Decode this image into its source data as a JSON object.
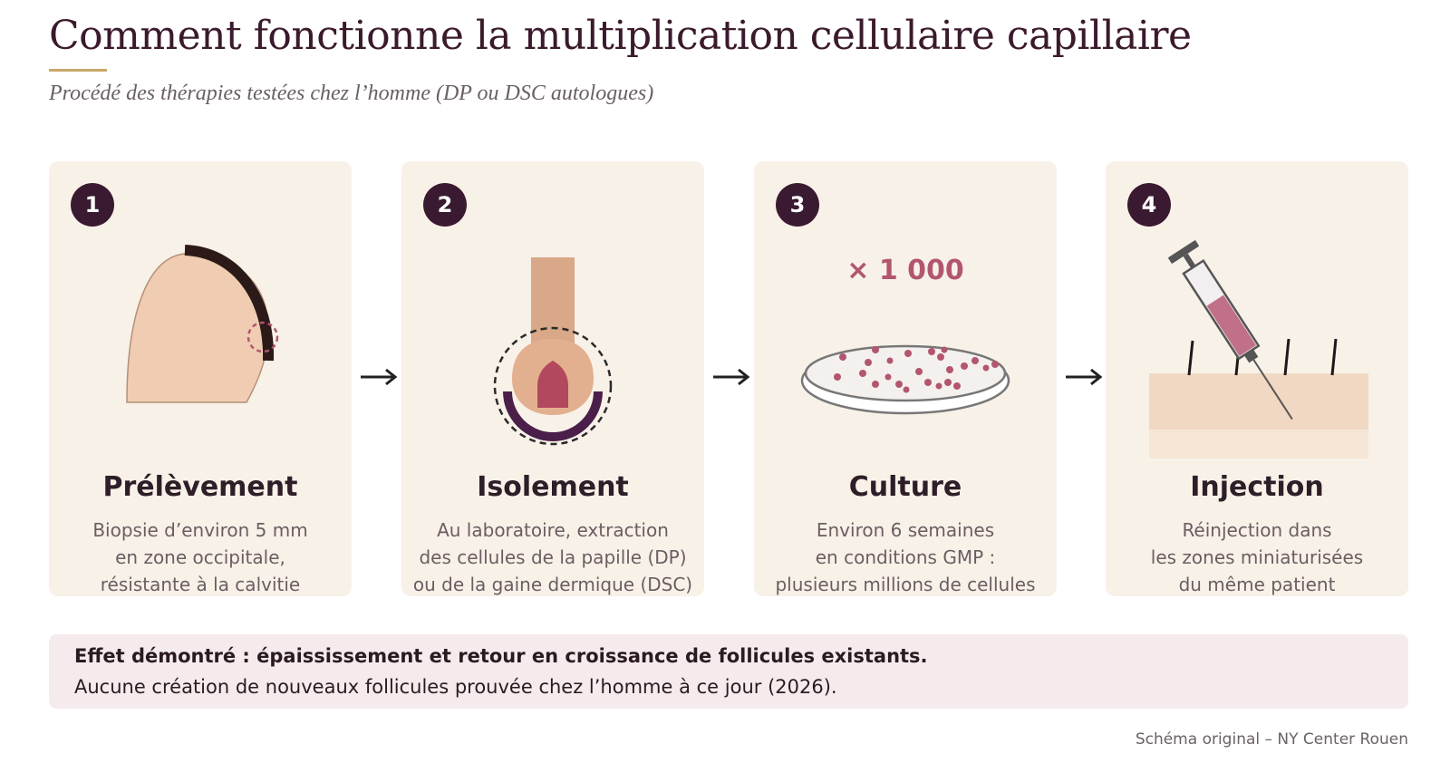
{
  "header": {
    "title": "Comment fonctionne la multiplication cellulaire capillaire",
    "subtitle": "Procédé des thérapies testées chez l’homme (DP ou DSC autologues)"
  },
  "steps": [
    {
      "number": "1",
      "title": "Prélèvement",
      "description": [
        "Biopsie d’environ 5 mm",
        "en zone occipitale,",
        "résistante à la calvitie"
      ]
    },
    {
      "number": "2",
      "title": "Isolement",
      "description": [
        "Au laboratoire, extraction",
        "des cellules de la papille (DP)",
        "ou de la gaine dermique (DSC)"
      ]
    },
    {
      "number": "3",
      "title": "Culture",
      "multiplier": "× 1 000",
      "description": [
        "Environ 6 semaines",
        "en conditions GMP :",
        "plusieurs millions de cellules"
      ]
    },
    {
      "number": "4",
      "title": "Injection",
      "description": [
        "Réinjection dans",
        "les zones miniaturisées",
        "du même patient"
      ]
    }
  ],
  "note": {
    "bold": "Effet démontré : épaississement et retour en croissance de follicules existants.",
    "text": "Aucune création de nouveaux follicules prouvée chez l’homme à ce jour (2026)."
  },
  "credit": "Schéma original – NY Center Rouen",
  "colors": {
    "card_bg": "#f8f1e8",
    "badge": "#3a1a30",
    "title": "#3b1a2c",
    "accent_gold": "#c9a86a",
    "cell": "#b2566f",
    "note_bg": "#f6ebec"
  },
  "icons": [
    "head-biopsy-icon",
    "hair-follicle-icon",
    "petri-dish-icon",
    "syringe-icon",
    "arrow-right-icon"
  ]
}
